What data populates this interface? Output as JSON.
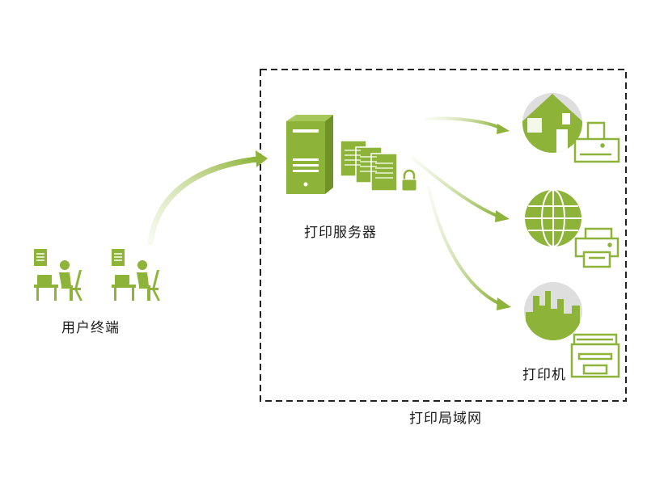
{
  "labels": {
    "user_terminal": "用户终端",
    "print_server": "打印服务器",
    "printer": "打印机",
    "print_lan": "打印局域网"
  },
  "colors": {
    "accent": "#8db339",
    "accent_light": "#c8dc9a",
    "icon_bg": "#a3c255",
    "circle_gray": "#dedede",
    "border": "#222222"
  },
  "icons": [
    "user-at-desk-icon",
    "server-tower-icon",
    "document-stack-icon",
    "lock-icon",
    "house-icon",
    "globe-icon",
    "city-skyline-icon",
    "printer-icon",
    "multifunction-printer-icon"
  ]
}
